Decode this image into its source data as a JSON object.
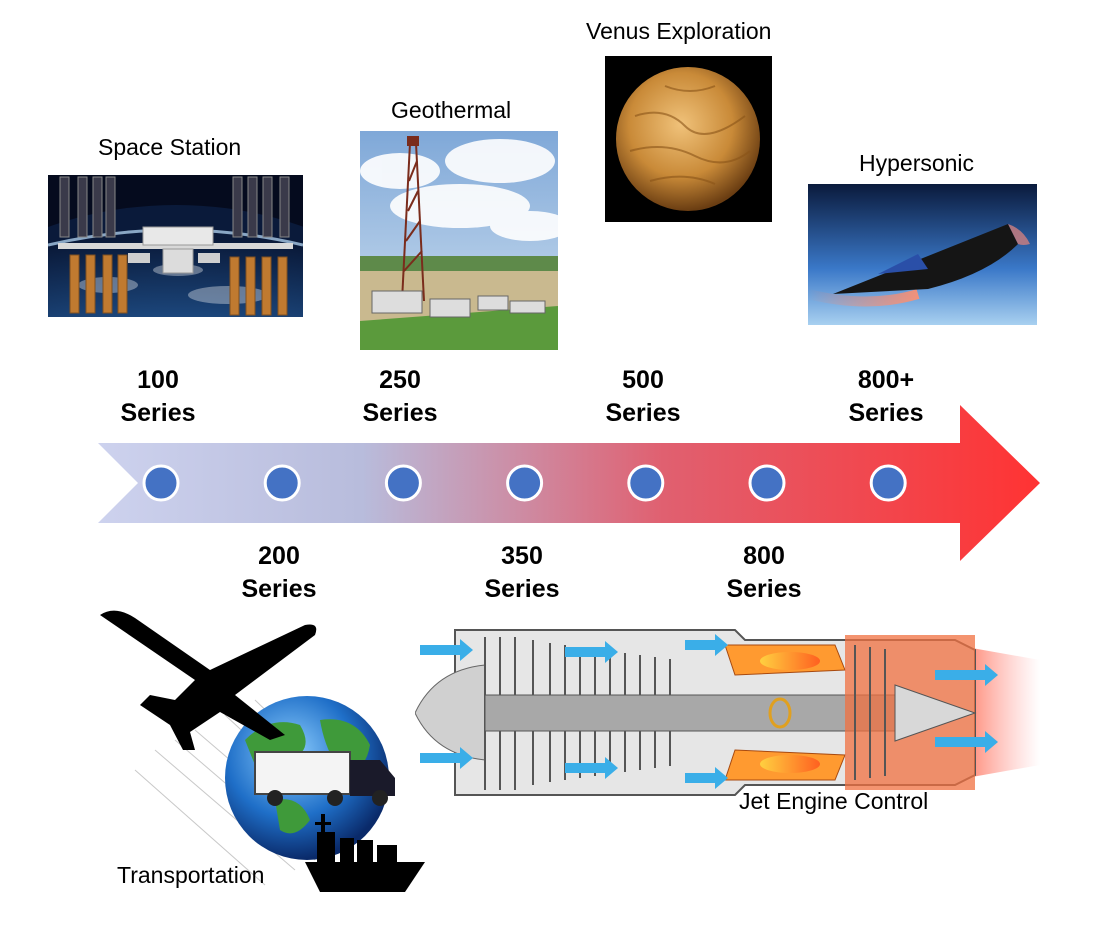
{
  "timeline": {
    "arrow_start_color": "#cdd2ee",
    "arrow_end_color": "#ff3333",
    "marker_color": "#4472c4",
    "markers": [
      {
        "index": 1,
        "series": "100\nSeries",
        "label_position": "above"
      },
      {
        "index": 2,
        "series": "200\nSeries",
        "label_position": "below"
      },
      {
        "index": 3,
        "series": "250\nSeries",
        "label_position": "above"
      },
      {
        "index": 4,
        "series": "350\nSeries",
        "label_position": "below"
      },
      {
        "index": 5,
        "series": "500\nSeries",
        "label_position": "above"
      },
      {
        "index": 6,
        "series": "800\nSeries",
        "label_position": "below"
      },
      {
        "index": 7,
        "series": "800+\nSeries",
        "label_position": "above"
      }
    ]
  },
  "applications": {
    "space_station": "Space Station",
    "geothermal": "Geothermal",
    "venus": "Venus Exploration",
    "hypersonic": "Hypersonic",
    "transportation": "Transportation",
    "jet_engine": "Jet Engine Control"
  },
  "series_labels": {
    "s100_num": "100",
    "s100_word": "Series",
    "s200_num": "200",
    "s200_word": "Series",
    "s250_num": "250",
    "s250_word": "Series",
    "s350_num": "350",
    "s350_word": "Series",
    "s500_num": "500",
    "s500_word": "Series",
    "s800_num": "800",
    "s800_word": "Series",
    "s800p_num": "800+",
    "s800p_word": "Series"
  },
  "icons": {
    "space_station": "space-station-photo",
    "geothermal": "drilling-rig-photo",
    "venus": "venus-planet-photo",
    "hypersonic": "hypersonic-vehicle-photo",
    "transportation": "plane-globe-truck-ship-illustration",
    "jet_engine": "jet-engine-cutaway-illustration"
  }
}
